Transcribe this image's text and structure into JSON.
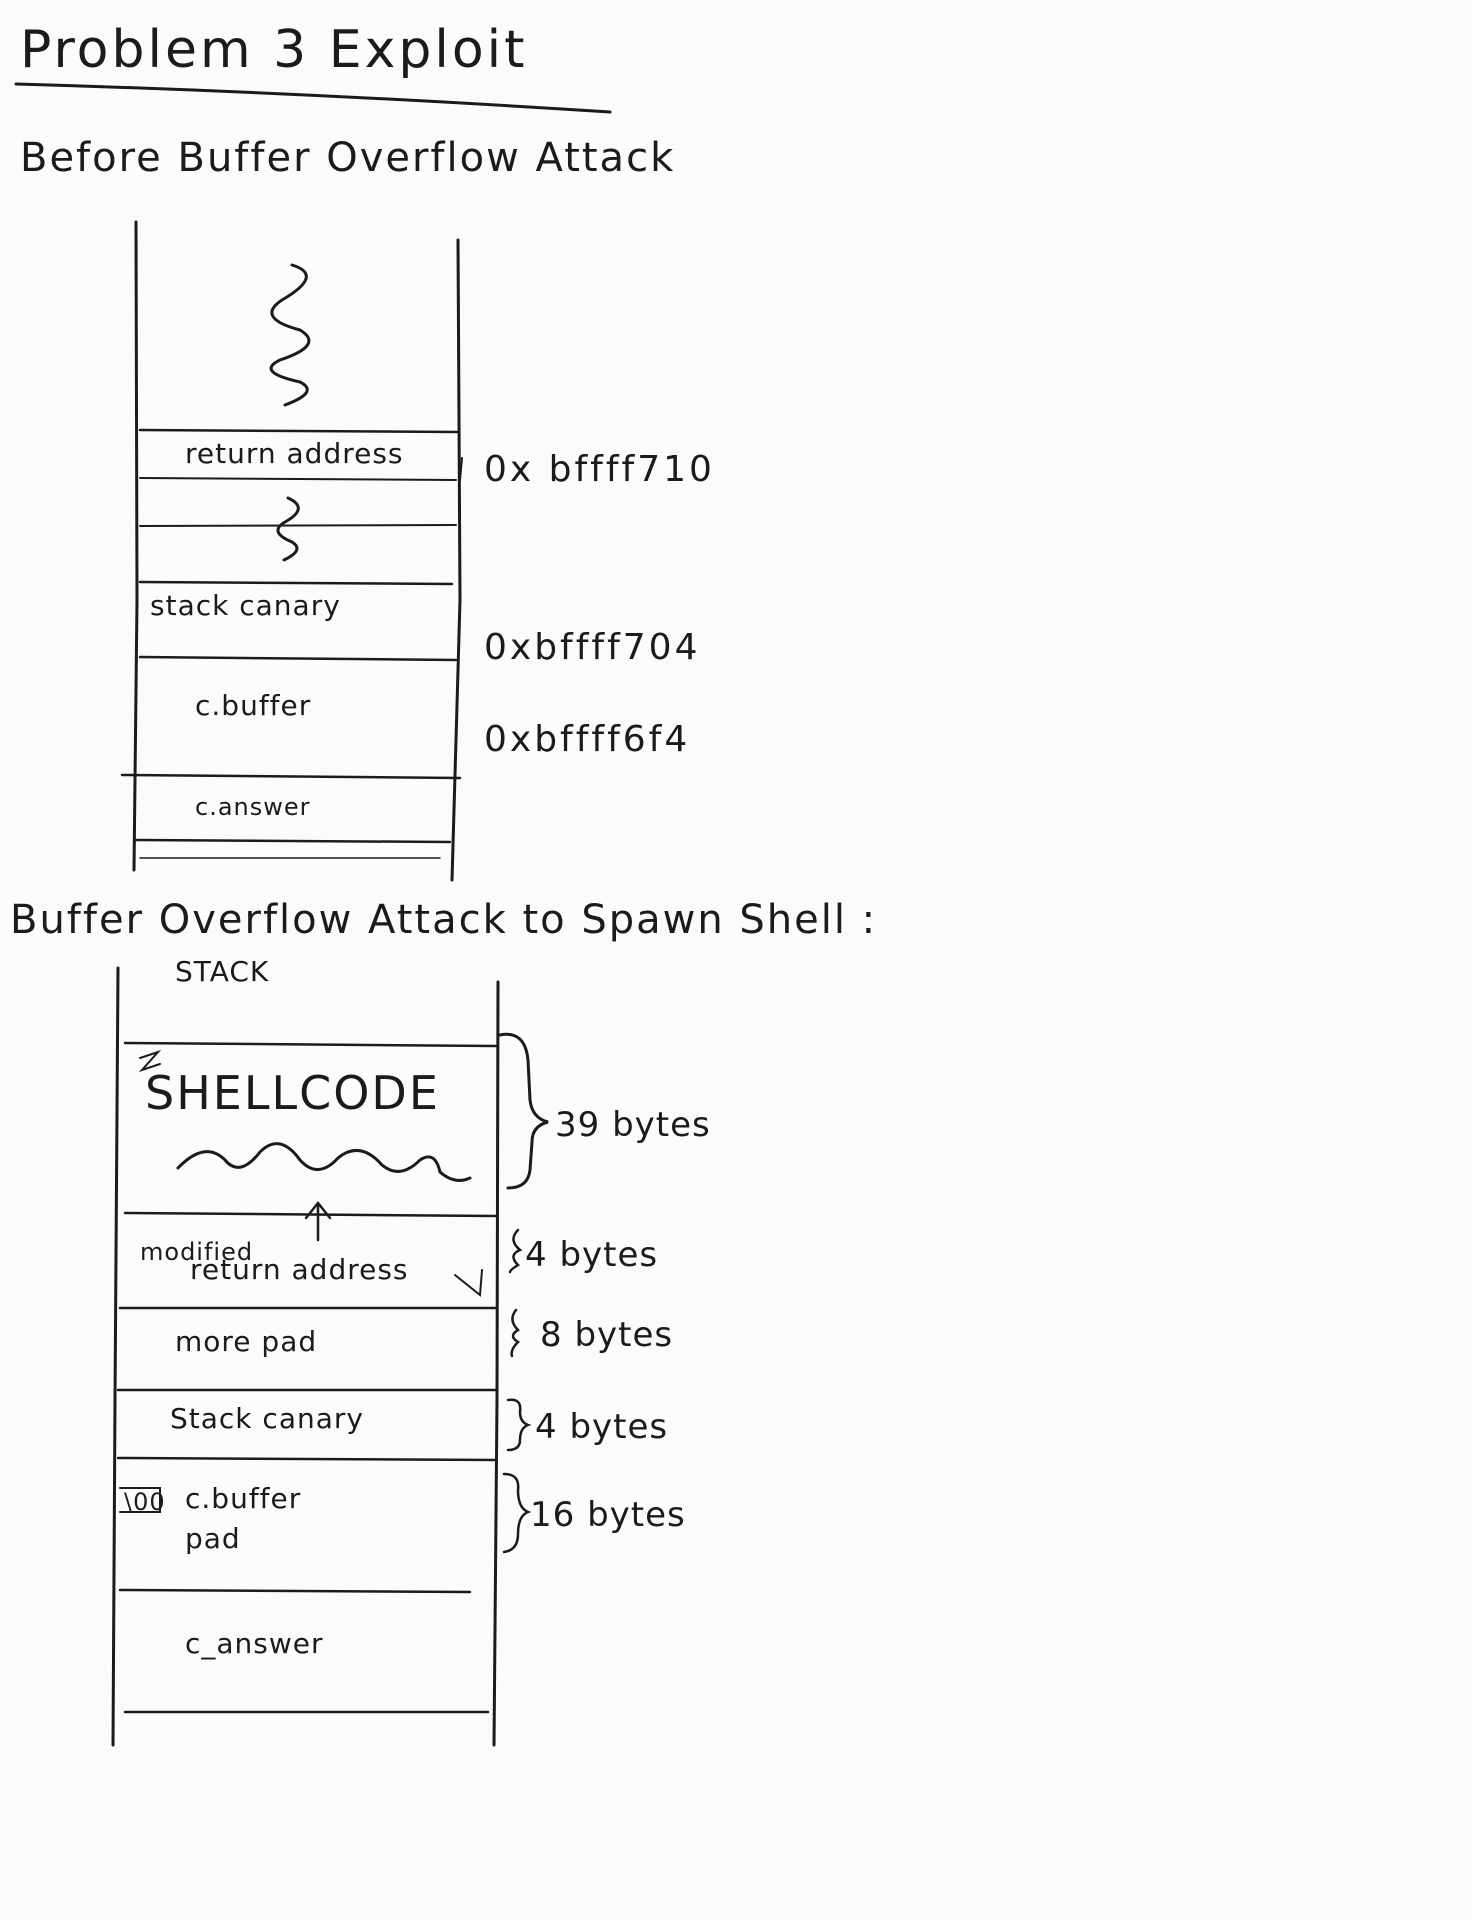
{
  "title": "Problem 3   Exploit",
  "before": {
    "heading": "Before Buffer Overflow Attack",
    "rows": [
      {
        "label": "return address",
        "address": "0x bffff710"
      },
      {
        "label": "stack canary",
        "address": "0xbffff704"
      },
      {
        "label": "c.buffer",
        "address": "0xbffff6f4"
      },
      {
        "label": "c.answer",
        "address": ""
      }
    ]
  },
  "attack": {
    "heading": "Buffer Overflow Attack to Spawn Shell :",
    "stack_label": "STACK",
    "rows": [
      {
        "label": "SHELLCODE",
        "size": "39 bytes"
      },
      {
        "label_top": "modified",
        "label": "return address",
        "size": "4 bytes"
      },
      {
        "label": "more pad",
        "size": "8 bytes"
      },
      {
        "label": "Stack canary",
        "size": "4 bytes"
      },
      {
        "label": "c.buffer",
        "label_bottom": "pad",
        "size": "16 bytes"
      },
      {
        "label": "c_answer",
        "size": ""
      }
    ],
    "marker": "\\00"
  }
}
